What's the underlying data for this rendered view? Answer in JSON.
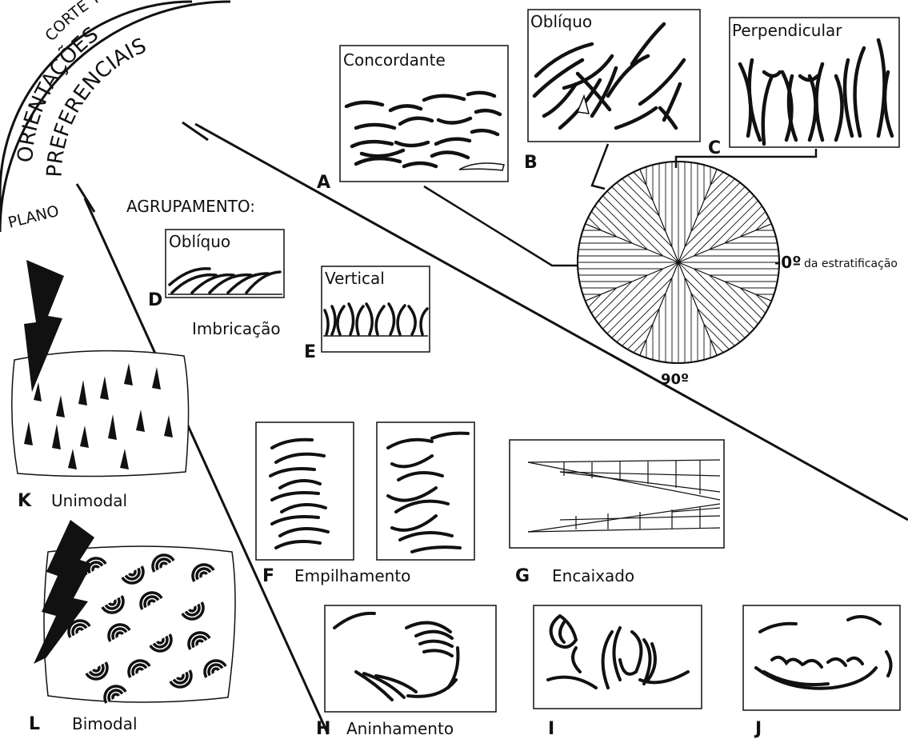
{
  "header": {
    "arc_title_line1": "ORIENTAÇÕES",
    "arc_title_line2": "PREFERENCIAIS",
    "corte_label": "CORTE TRANSVERSAL",
    "plano_label": "PLANO"
  },
  "cross_section": {
    "A": {
      "letter": "A",
      "label": "Concordante"
    },
    "B": {
      "letter": "B",
      "label": "Oblíquo"
    },
    "C": {
      "letter": "C",
      "label": "Perpendicular"
    },
    "rose": {
      "zero_label": "-0º",
      "zero_suffix": "da estratificação",
      "ninety_label": "90º"
    }
  },
  "grouping": {
    "title": "AGRUPAMENTO:",
    "imbrication_label": "Imbricação",
    "D": {
      "letter": "D",
      "label": "Oblíquo"
    },
    "E": {
      "letter": "E",
      "label": "Vertical"
    },
    "F": {
      "letter": "F",
      "label": "Empilhamento"
    },
    "G": {
      "letter": "G",
      "label": "Encaixado"
    },
    "H": {
      "letter": "H",
      "label": "Aninhamento"
    },
    "I": {
      "letter": "I"
    },
    "J": {
      "letter": "J"
    }
  },
  "plan": {
    "K": {
      "letter": "K",
      "label": "Unimodal"
    },
    "L": {
      "letter": "L",
      "label": "Bimodal"
    }
  }
}
